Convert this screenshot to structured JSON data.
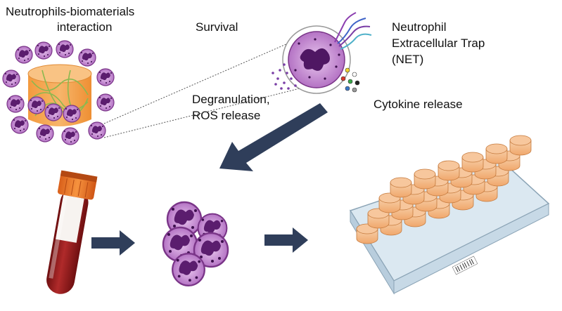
{
  "labels": {
    "interaction_line1": "Neutrophils-biomaterials",
    "interaction_line2": "interaction",
    "survival": "Survival",
    "net_line1": "Neutrophil",
    "net_line2": "Extracellular Trap",
    "net_line3": "(NET)",
    "degranulation_line1": "Degranulation,",
    "degranulation_line2": "ROS release",
    "cytokine": "Cytokine release"
  },
  "colors": {
    "cell_purple": "#8a3d96",
    "cell_light": "#d9a6e3",
    "scaffold_orange": "#f5a14a",
    "fiber_green": "#86b64a",
    "arrow_navy": "#2f3e5a",
    "blood_red": "#8e1a1a",
    "well_peach": "#f5c39a",
    "plate_blue": "#c7d9e6"
  }
}
